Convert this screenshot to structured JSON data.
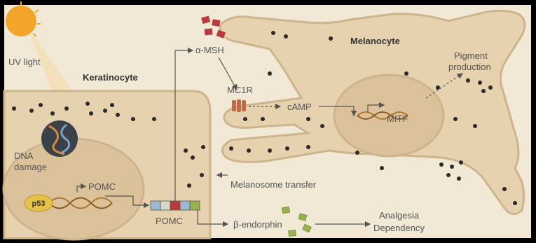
{
  "labels": {
    "uv_light": "UV light",
    "keratinocyte": "Keratinocyte",
    "melanocyte": "Melanocyte",
    "dna_damage_line1": "DNA",
    "dna_damage_line2": "damage",
    "p53": "p53",
    "pomc_gene": "POMC",
    "pomc_protein": "POMC",
    "alpha_msh": "α-MSH",
    "mc1r": "MC1R",
    "camp": "cAMP",
    "mitf": "MITF",
    "pigment_line1": "Pigment",
    "pigment_line2": "production",
    "melanosome_transfer": "Melanosome transfer",
    "beta_endorphin": "β-endorphin",
    "analgesia": "Analgesia",
    "dependency": "Dependency"
  },
  "icons": {
    "sun": "sun-icon",
    "msh_hormone": "alpha-msh-molecule-icon",
    "endorphin": "beta-endorphin-molecule-icon",
    "receptor": "mc1r-receptor-icon"
  },
  "colors": {
    "background": "#f1e8d5",
    "cell_fill": "#e7d2b0",
    "cell_stroke": "#cdb48c",
    "nucleus_fill": "#dcc29a",
    "melanosome": "#2a2a2a",
    "msh": "#b83a3a",
    "endorphin": "#97b34e",
    "sun": "#f3a52b",
    "p53": "#e6c14a",
    "dna": "#b07533"
  }
}
